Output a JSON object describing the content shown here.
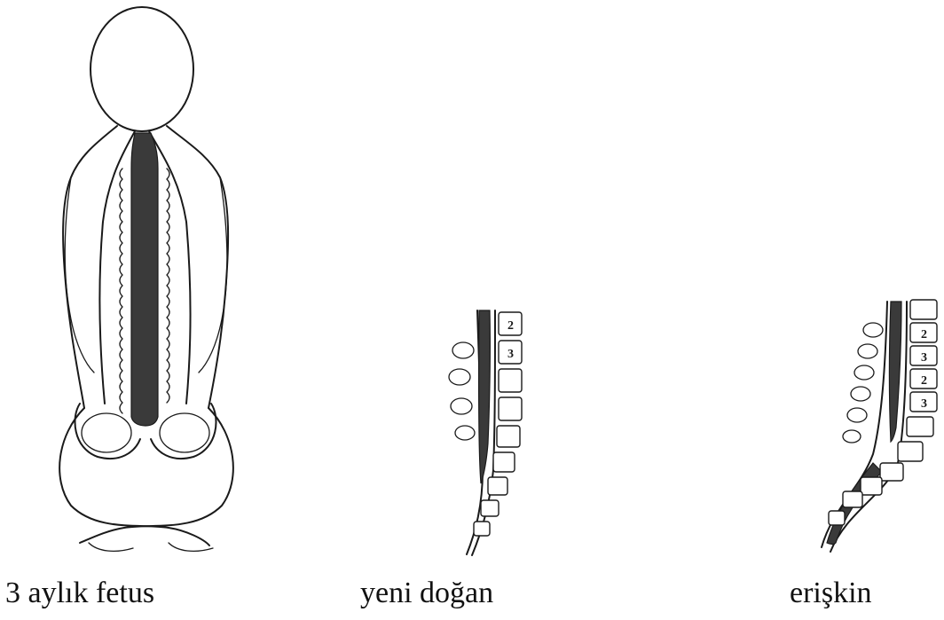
{
  "panels": [
    {
      "id": "fetus",
      "caption": "3 aylık fetus"
    },
    {
      "id": "newborn",
      "caption": "yeni doğan",
      "vertebra_labels": [
        "2",
        "3"
      ]
    },
    {
      "id": "adult",
      "caption": "erişkin",
      "vertebra_labels": [
        "2",
        "3",
        "2",
        "3"
      ]
    }
  ]
}
